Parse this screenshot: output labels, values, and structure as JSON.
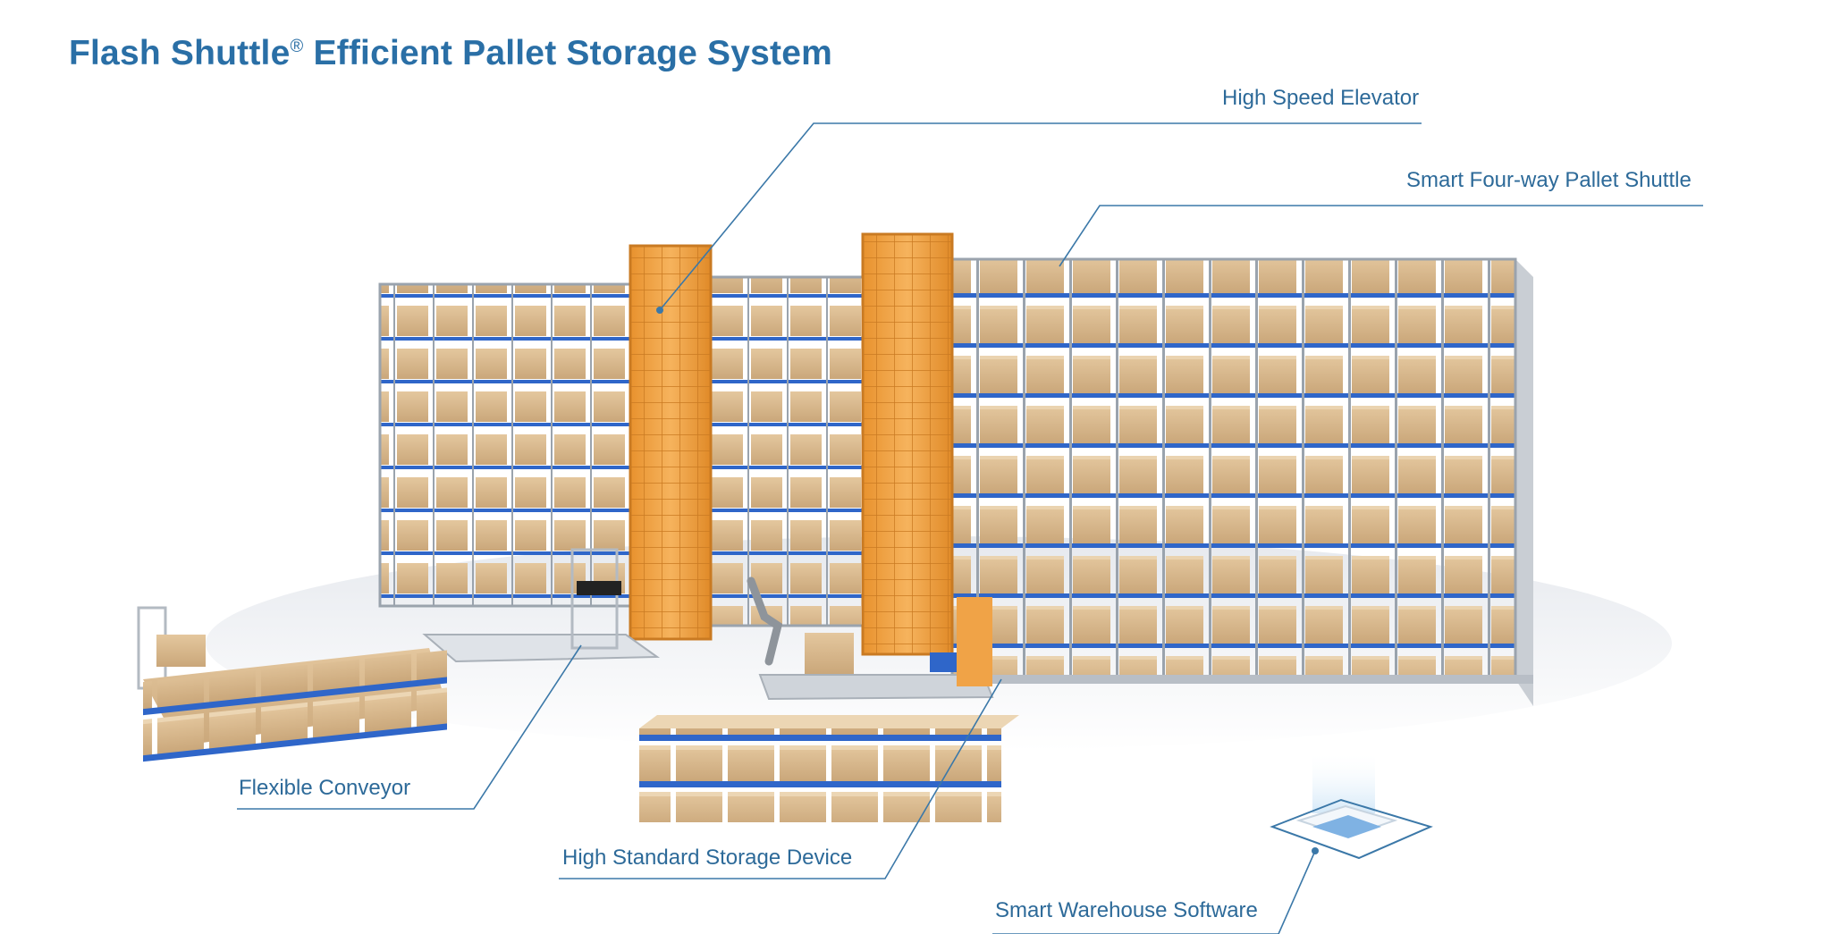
{
  "title": {
    "main": "Flash Shuttle",
    "mark": "®",
    "rest": "Efficient Pallet Storage System"
  },
  "callouts": {
    "high_speed_elevator": "High Speed Elevator",
    "four_way_shuttle": "Smart Four-way Pallet Shuttle",
    "flexible_conveyor": "Flexible Conveyor",
    "storage_device": "High Standard Storage Device",
    "warehouse_software": "Smart Warehouse Software"
  },
  "colors": {
    "title": "#2a6fa6",
    "callout_text": "#2d6a99",
    "leader_line": "#3b78a8",
    "box": "#d8b88c",
    "pallet": "#2f66c9",
    "elevator": "#f0a347",
    "rack": "#a9b0b8"
  }
}
